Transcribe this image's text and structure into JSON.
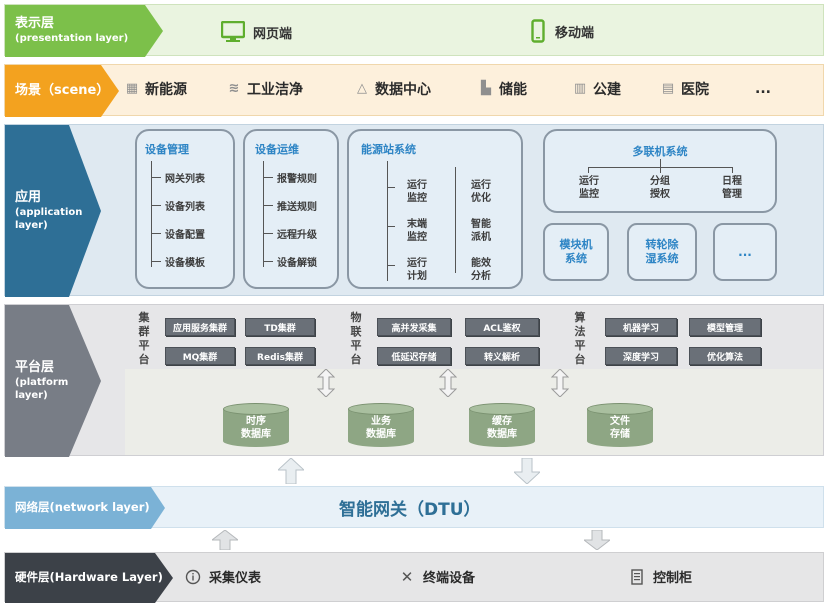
{
  "colors": {
    "green": "#7cc04a",
    "orange": "#f3a21f",
    "blue": "#2e6f96",
    "gray": "#787d86",
    "lightblue": "#7bb2d6",
    "dark": "#3c4148"
  },
  "presentation": {
    "label": "表示层",
    "sub": "(presentation layer)",
    "items": [
      {
        "icon": "monitor-icon",
        "text": "网页端"
      },
      {
        "icon": "phone-icon",
        "text": "移动端"
      }
    ]
  },
  "scene": {
    "label": "场景（scene）",
    "items": [
      {
        "icon": "building-icon",
        "text": "新能源"
      },
      {
        "icon": "layers-icon",
        "text": "工业洁净"
      },
      {
        "icon": "triangle-icon",
        "text": "数据中心"
      },
      {
        "icon": "battery-building-icon",
        "text": "储能"
      },
      {
        "icon": "office-icon",
        "text": "公建"
      },
      {
        "icon": "hospital-icon",
        "text": "医院"
      },
      {
        "icon": "",
        "text": "..."
      }
    ]
  },
  "application": {
    "label": "应用",
    "sub1": "(application",
    "sub2": "layer)",
    "device_mgmt": {
      "title": "设备管理",
      "items": [
        "网关列表",
        "设备列表",
        "设备配置",
        "设备模板"
      ]
    },
    "device_ops": {
      "title": "设备运维",
      "items": [
        "报警规则",
        "推送规则",
        "远程升级",
        "设备解锁"
      ]
    },
    "energy": {
      "title": "能源站系统",
      "left": [
        [
          "运行",
          "监控"
        ],
        [
          "末端",
          "监控"
        ],
        [
          "运行",
          "计划"
        ]
      ],
      "right": [
        [
          "运行",
          "优化"
        ],
        [
          "智能",
          "派机"
        ],
        [
          "能效",
          "分析"
        ]
      ]
    },
    "multi": {
      "title": "多联机系统",
      "items": [
        [
          "运行",
          "监控"
        ],
        [
          "分组",
          "授权"
        ],
        [
          "日程",
          "管理"
        ]
      ]
    },
    "module": {
      "text1": "模块机",
      "text2": "系统"
    },
    "wheel": {
      "text1": "转轮除",
      "text2": "湿系统"
    },
    "more": "..."
  },
  "platform": {
    "label": "平台层",
    "sub1": "(platform",
    "sub2": "layer)",
    "cluster": {
      "label": [
        "集",
        "群",
        "平",
        "台"
      ],
      "chips": [
        "应用服务集群",
        "TD集群",
        "MQ集群",
        "Redis集群"
      ]
    },
    "iot": {
      "label": [
        "物",
        "联",
        "平",
        "台"
      ],
      "chips": [
        "高并发采集",
        "ACL鉴权",
        "低延迟存储",
        "转义解析"
      ]
    },
    "algo": {
      "label": [
        "算",
        "法",
        "平",
        "台"
      ],
      "chips": [
        "机器学习",
        "模型管理",
        "深度学习",
        "优化算法"
      ]
    },
    "databases": [
      [
        "时序",
        "数据库"
      ],
      [
        "业务",
        "数据库"
      ],
      [
        "缓存",
        "数据库"
      ],
      [
        "文件",
        "存储"
      ]
    ]
  },
  "network": {
    "label": "网络层(network layer)",
    "center": "智能网关（DTU）"
  },
  "hardware": {
    "label": "硬件层(Hardware Layer)",
    "items": [
      {
        "icon": "info-icon",
        "text": "采集仪表"
      },
      {
        "icon": "tools-icon",
        "text": "终端设备"
      },
      {
        "icon": "cabinet-icon",
        "text": "控制柜"
      }
    ]
  }
}
